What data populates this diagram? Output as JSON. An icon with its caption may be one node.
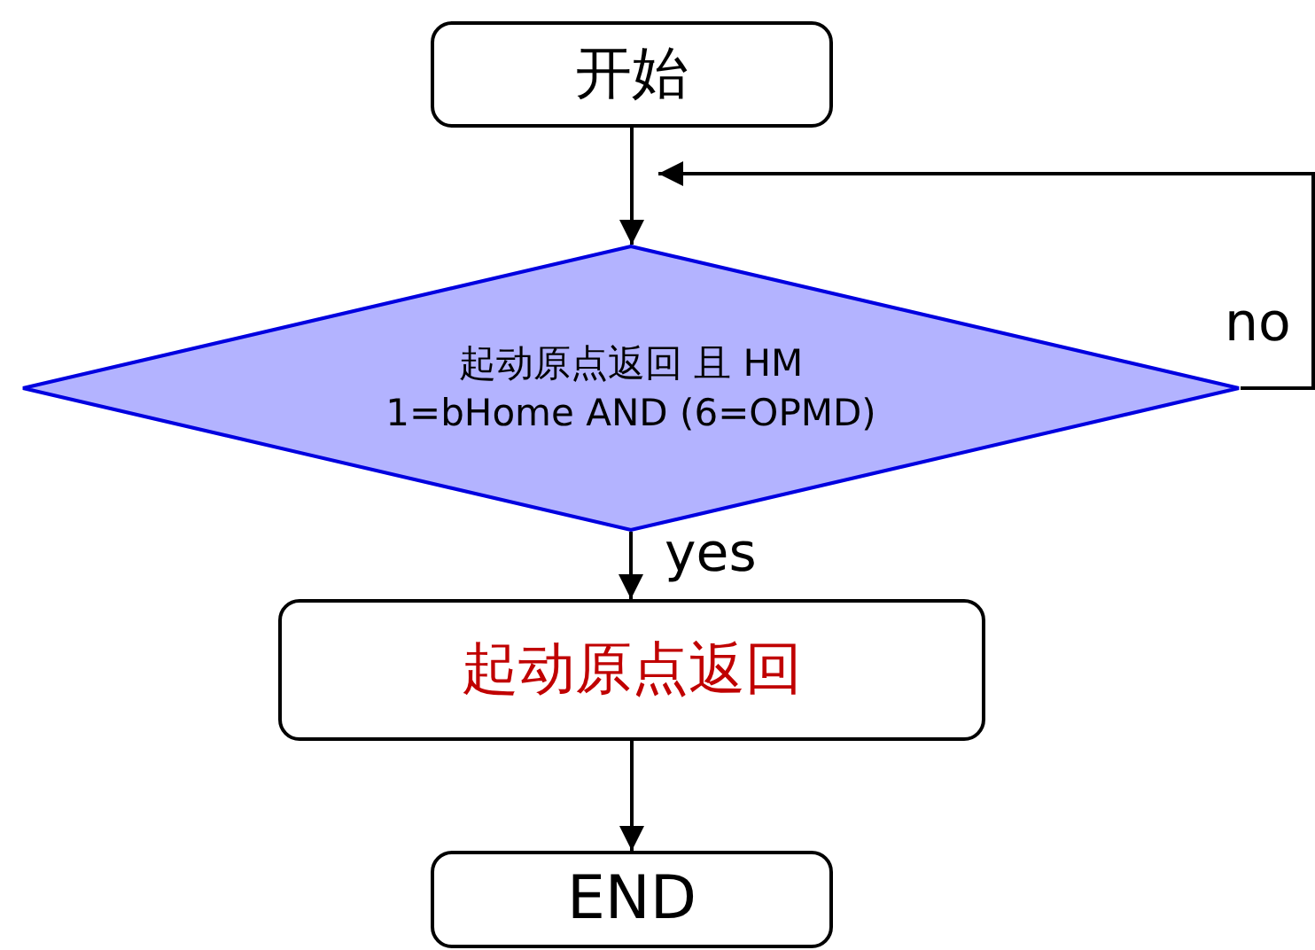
{
  "diagram": {
    "nodes": [
      {
        "text": [
          "开始"
        ]
      },
      {
        "text": [
          "起动原点返回  且 HM 1=bHome AND (6=OPMD)"
        ]
      },
      {
        "text": [
          "起动原点返回"
        ]
      },
      {
        "text": [
          "END"
        ]
      }
    ],
    "edges": [
      {
        "from": 0,
        "to": 1,
        "arrow": "to"
      },
      {
        "from": 1,
        "to": 2,
        "arrow": "to",
        "label": "yes"
      },
      {
        "from": 2,
        "to": 3,
        "arrow": "to"
      },
      {
        "from": 1,
        "to": 0,
        "arrow": "to",
        "label": "no"
      }
    ]
  }
}
